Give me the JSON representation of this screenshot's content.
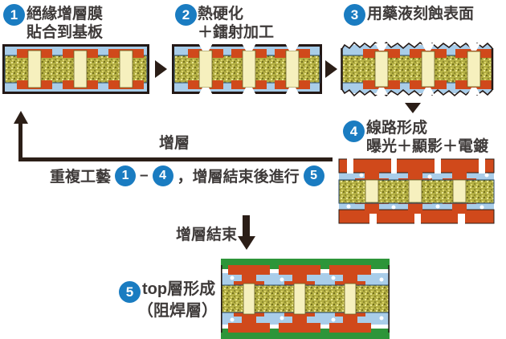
{
  "colors": {
    "badge_blue": "#1A7CC1",
    "text": "#3E3A39",
    "arrow": "#2B1E17",
    "insulation_blue": "#A9CDE9",
    "copper_orange": "#D0491B",
    "core_olive": "#B3AF43",
    "via_cream": "#F6F0BE",
    "resist_green": "#2D9539",
    "outline_dark": "#231815",
    "core_outline_navy": "#24466B"
  },
  "steps": [
    {
      "number": "1",
      "title_line1": "絕緣增層膜",
      "title_line2": "貼合到基板"
    },
    {
      "number": "2",
      "title_line1": "熱硬化",
      "title_line2": "＋鐳射加工"
    },
    {
      "number": "3",
      "title_line1": "用藥液刻蝕表面",
      "title_line2": ""
    },
    {
      "number": "4",
      "title_line1": "線路形成",
      "title_line2": "曝光＋顯影＋電鍍"
    },
    {
      "number": "5",
      "title_line1": "top層形成",
      "title_line2": "（阻焊層）"
    }
  ],
  "loop": {
    "buildup_label": "增層",
    "repeat_prefix": "重複工藝",
    "badge_from": "1",
    "dash": "–",
    "badge_to": "4",
    "repeat_middle": "，增層結束後進行",
    "badge_final": "5",
    "end_label": "增層結束"
  }
}
